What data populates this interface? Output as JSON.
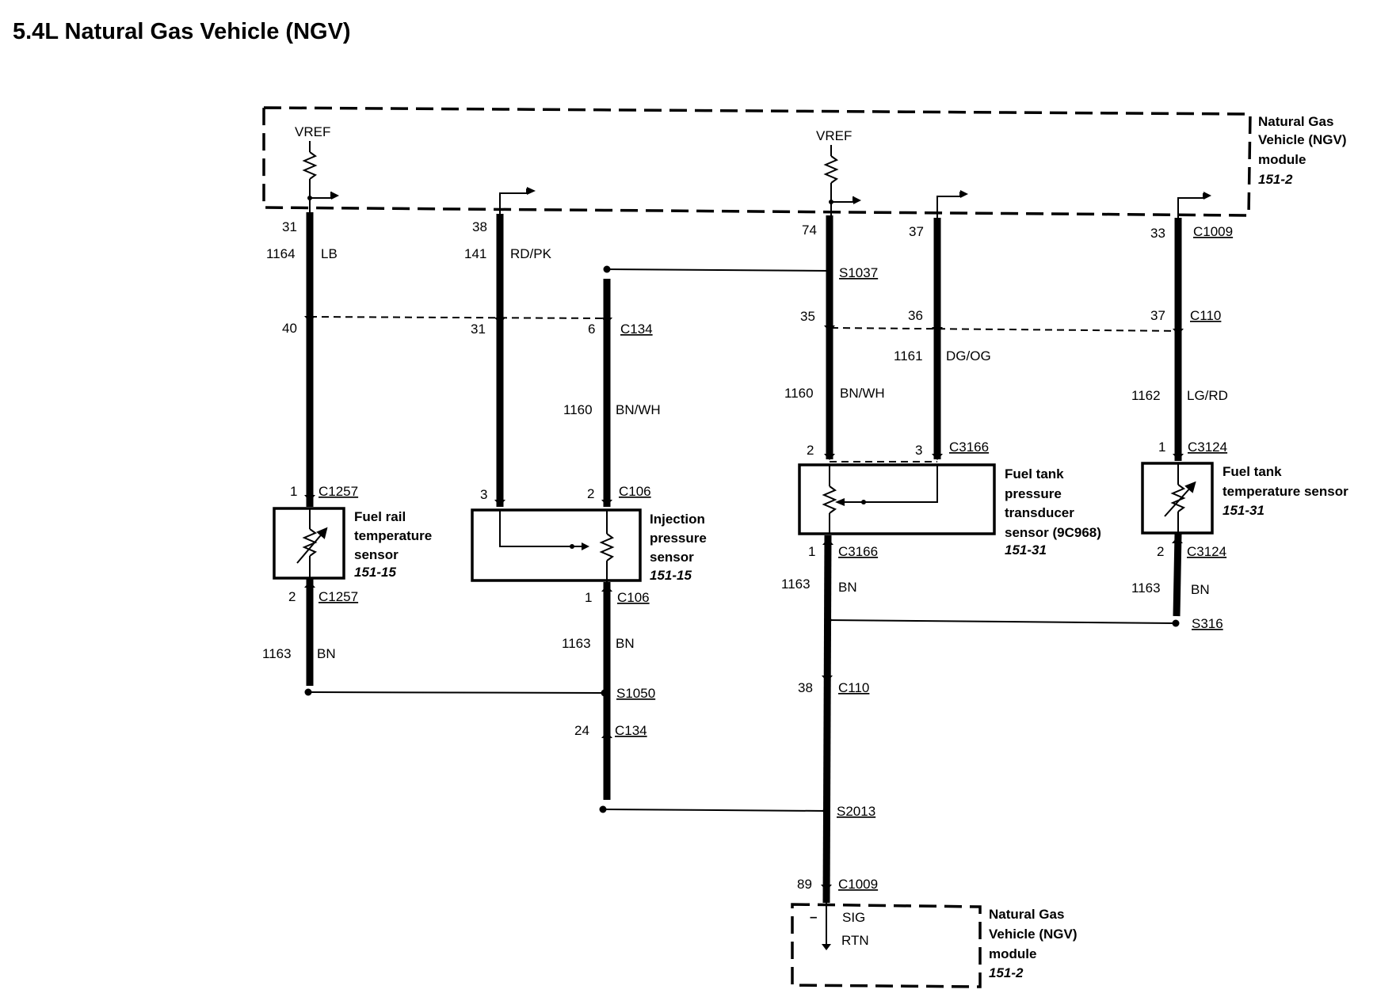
{
  "title": "5.4L Natural Gas Vehicle (NGV)",
  "modules": {
    "top": {
      "name_lines": [
        "Natural Gas",
        "Vehicle (NGV)",
        "module"
      ],
      "ref": "151-2"
    },
    "bottom": {
      "name_lines": [
        "Natural Gas",
        "Vehicle (NGV)",
        "module"
      ],
      "ref": "151-2",
      "pin_sig": "SIG",
      "pin_rtn": "RTN",
      "minus": "–"
    }
  },
  "vref": [
    "VREF",
    "VREF"
  ],
  "components": {
    "fuel_rail": {
      "name_lines": [
        "Fuel rail",
        "temperature",
        "sensor"
      ],
      "ref": "151-15"
    },
    "injection": {
      "name_lines": [
        "Injection",
        "pressure",
        "sensor"
      ],
      "ref": "151-15"
    },
    "tank_pressure": {
      "name_lines": [
        "Fuel tank",
        "pressure",
        "transducer",
        "sensor (9C968)"
      ],
      "ref": "151-31"
    },
    "tank_temp": {
      "name_lines": [
        "Fuel tank",
        "temperature sensor"
      ],
      "ref": "151-31"
    }
  },
  "wires": {
    "w1": {
      "pin_top": "31",
      "circuit": "1164",
      "color": "LB",
      "pin_mid": "40",
      "pin_c": "1",
      "conn_c": "C1257",
      "pin_d": "2",
      "conn_d": "C1257",
      "circuit_low": "1163",
      "color_low": "BN"
    },
    "w2": {
      "pin_top": "38",
      "circuit": "141",
      "color": "RD/PK",
      "pin_mid": "31",
      "pin_c": "3"
    },
    "w3": {
      "pin_mid": "6",
      "conn_mid": "C134",
      "circuit": "1160",
      "color": "BN/WH",
      "pin_c": "2",
      "conn_c": "C106",
      "pin_d": "1",
      "conn_d": "C106",
      "circuit_low": "1163",
      "color_low": "BN",
      "splice": "S1050",
      "pin_e": "24",
      "conn_e": "C134"
    },
    "w4": {
      "pin_top": "74",
      "splice": "S1037",
      "pin_mid": "35",
      "circuit": "1160",
      "color": "BN/WH",
      "pin_c": "2",
      "pin_d": "1",
      "conn_d": "C3166",
      "circuit_low": "1163",
      "color_low": "BN",
      "pin_e": "38",
      "conn_e": "C110",
      "splice2": "S2013",
      "pin_f": "89",
      "conn_f": "C1009"
    },
    "w5": {
      "pin_top": "37",
      "pin_mid": "36",
      "circuit": "1161",
      "color": "DG/OG",
      "pin_c": "3",
      "conn_c": "C3166"
    },
    "w6": {
      "pin_top": "33",
      "conn_top": "C1009",
      "pin_mid": "37",
      "conn_mid": "C110",
      "circuit": "1162",
      "color": "LG/RD",
      "pin_c": "1",
      "conn_c": "C3124",
      "pin_d": "2",
      "conn_d": "C3124",
      "circuit_low": "1163",
      "color_low": "BN",
      "splice": "S316"
    }
  }
}
